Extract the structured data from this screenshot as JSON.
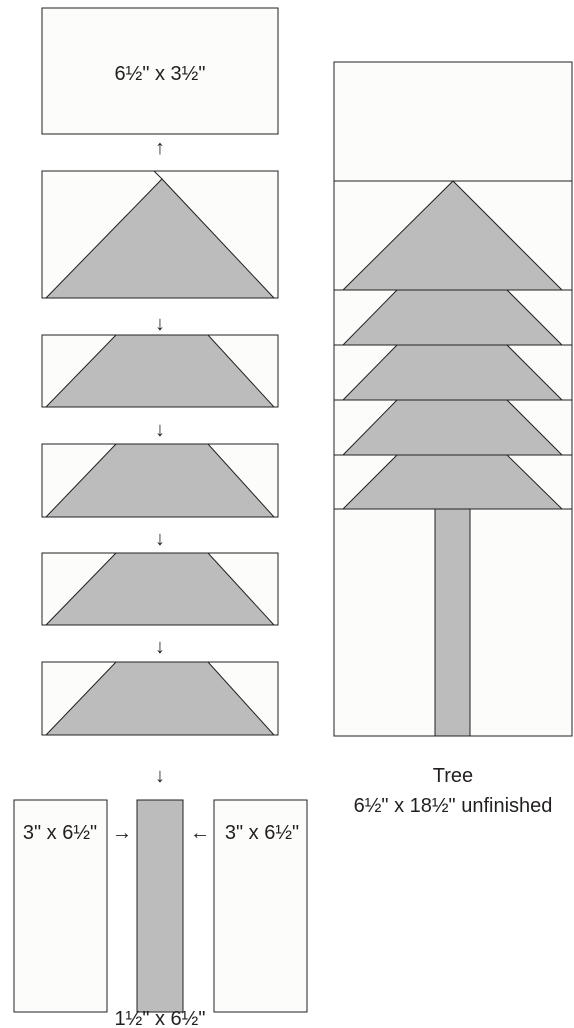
{
  "labels": {
    "top_block": "6½\" x 3½\"",
    "left_side_block": "3\" x 6½\"",
    "right_side_block": "3\" x 6½\"",
    "trunk_block": "1½\" x 6½\"",
    "finished_title": "Tree",
    "finished_size": "6½\" x 18½\" unfinished"
  },
  "arrows": {
    "up": "↑",
    "down": "↓",
    "right": "→",
    "left": "←"
  },
  "colors": {
    "background_fabric": "#fcfcfa",
    "tree_fabric": "#bcbcbc",
    "outline": "#231f20"
  }
}
